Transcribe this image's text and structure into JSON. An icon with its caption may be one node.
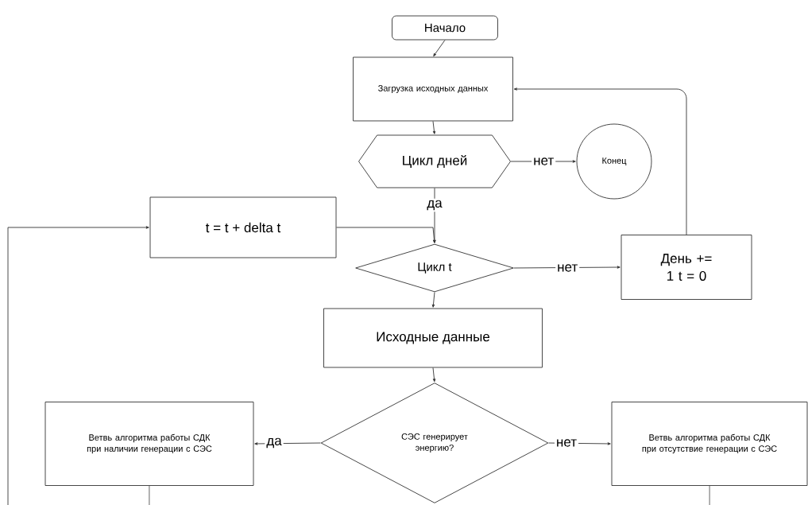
{
  "diagram": {
    "nodes": [
      {
        "text": [
          "Начало"
        ]
      },
      {
        "text": [
          "Загрузка исходных данных"
        ]
      },
      {
        "text": [
          "Цикл дней"
        ]
      },
      {
        "text": [
          "Конец"
        ]
      },
      {
        "text": [
          "t = t + delta t"
        ]
      },
      {
        "text": [
          "Цикл t"
        ]
      },
      {
        "text": [
          "День += 1 t = 0"
        ]
      },
      {
        "text": [
          "Исходные данные"
        ]
      },
      {
        "text": [
          "СЭС генерирует энергию?"
        ]
      },
      {
        "text": [
          "Ветвь алгоритма работы СДК при наличии генерации с СЭС"
        ]
      },
      {
        "text": [
          "Ветвь алгоритма работы СДК при отсутствие генерации с СЭС"
        ]
      }
    ],
    "edges": [
      {
        "from": 0,
        "to": 1,
        "arrow": "to"
      },
      {
        "from": 1,
        "to": 2,
        "arrow": "to"
      },
      {
        "from": 2,
        "to": 3,
        "label": "нет",
        "arrow": "to"
      },
      {
        "from": 2,
        "to": 5,
        "label": "да",
        "arrow": "to"
      },
      {
        "from": 4,
        "to": 5,
        "arrow": "to"
      },
      {
        "from": 5,
        "to": 6,
        "label": "нет",
        "arrow": "to"
      },
      {
        "from": 6,
        "to": 1,
        "arrow": "to"
      },
      {
        "from": 5,
        "to": 7,
        "arrow": "to"
      },
      {
        "from": 7,
        "to": 8,
        "arrow": "to"
      },
      {
        "from": 8,
        "to": 9,
        "label": "да",
        "arrow": "to"
      },
      {
        "from": 8,
        "to": 10,
        "label": "нет",
        "arrow": "to"
      },
      {
        "from": null,
        "to": 4,
        "arrow": "to"
      },
      {
        "from": 9,
        "to": null,
        "arrow": "none"
      },
      {
        "from": 10,
        "to": null,
        "arrow": "none"
      }
    ]
  }
}
